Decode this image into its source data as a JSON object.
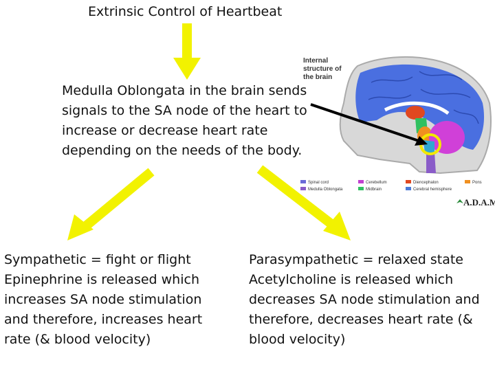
{
  "title": "Extrinsic Control of Heartbeat",
  "middle_text": [
    "Medulla Oblongata in the brain sends",
    "signals to the SA node of the heart to",
    "increase or decrease heart rate",
    "depending on the needs of the body."
  ],
  "left_text": [
    "Sympathetic = fight or flight",
    "Epinephrine is released which",
    "increases SA node stimulation",
    "and therefore, increases heart",
    "rate (& blood velocity)"
  ],
  "right_text": [
    "Parasympathetic = relaxed state",
    "Acetylcholine is released which",
    "decreases SA node stimulation and",
    "therefore, decreases heart rate (&",
    "blood velocity)"
  ],
  "brain_image": {
    "label_lines": [
      "Internal",
      "structure of",
      "the brain"
    ],
    "legend": [
      {
        "label": "Spinal cord",
        "color": "#6a6ad8"
      },
      {
        "label": "Cerebellum",
        "color": "#c040d0"
      },
      {
        "label": "Diencephalon",
        "color": "#e04820"
      },
      {
        "label": "Pons",
        "color": "#f09020"
      },
      {
        "label": "Medulla Oblongata",
        "color": "#8a5cc8"
      },
      {
        "label": "Midbrain",
        "color": "#30c060"
      },
      {
        "label": "Cerebral hemisphere",
        "color": "#4a7ad8"
      }
    ],
    "logo": "A.D.A.M."
  },
  "colors": {
    "arrow_yellow": "#f2f200",
    "arrow_black": "#000000",
    "highlight_circle": "#f2e800"
  }
}
